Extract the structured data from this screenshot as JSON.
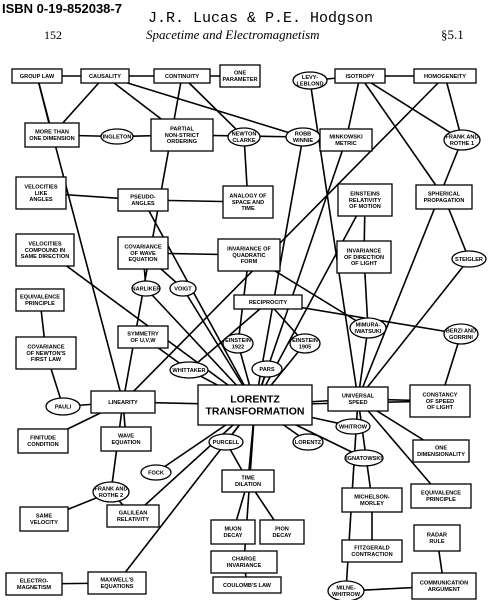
{
  "header": {
    "isbn": "ISBN 0-19-852038-7",
    "authors": "J.R. Lucas & P.E. Hodgson",
    "page": "152",
    "book": "Spacetime and Electromagnetism",
    "section": "§5.1"
  },
  "nodes": [
    {
      "id": "grouplaw",
      "shape": "rect",
      "lines": [
        "GROUP LAW"
      ]
    },
    {
      "id": "causality",
      "shape": "rect",
      "lines": [
        "CAUSALITY"
      ]
    },
    {
      "id": "continuity",
      "shape": "rect",
      "lines": [
        "CONTINUITY"
      ]
    },
    {
      "id": "oneparam",
      "shape": "rect",
      "lines": [
        "ONE",
        "PARAMETER"
      ]
    },
    {
      "id": "levyleblond",
      "shape": "ellipse",
      "lines": [
        "LEVY-",
        "LEBLOND"
      ]
    },
    {
      "id": "isotropy",
      "shape": "rect",
      "lines": [
        "ISOTROPY"
      ]
    },
    {
      "id": "homogeneity",
      "shape": "rect",
      "lines": [
        "HOMOGENEITY"
      ]
    },
    {
      "id": "morethanone",
      "shape": "rect",
      "lines": [
        "MORE THAN",
        "ONE DIMENSION"
      ]
    },
    {
      "id": "ingleton",
      "shape": "ellipse",
      "lines": [
        "INGLETON"
      ]
    },
    {
      "id": "partial",
      "shape": "rect",
      "lines": [
        "PARTIAL",
        "NON-STRICT",
        "ORDERING"
      ]
    },
    {
      "id": "newtonclarke",
      "shape": "ellipse",
      "lines": [
        "NEWTON",
        "CLARKE"
      ]
    },
    {
      "id": "robbwinnie",
      "shape": "ellipse",
      "lines": [
        "ROBB",
        "WINNIE"
      ]
    },
    {
      "id": "minkowski",
      "shape": "rect",
      "lines": [
        "MINKOWSKI",
        "METRIC"
      ]
    },
    {
      "id": "frankrothe1",
      "shape": "ellipse",
      "lines": [
        "FRANK AND",
        "ROTHE 1"
      ]
    },
    {
      "id": "velangles",
      "shape": "rect",
      "lines": [
        "VELOCITIES",
        "LIKE",
        "ANGLES"
      ]
    },
    {
      "id": "pseudoangles",
      "shape": "rect",
      "lines": [
        "PSEUDO-",
        "ANGLES"
      ]
    },
    {
      "id": "analogy",
      "shape": "rect",
      "lines": [
        "ANALOGY OF",
        "SPACE AND",
        "TIME"
      ]
    },
    {
      "id": "einsteinrel",
      "shape": "rect",
      "lines": [
        "EINSTEINS",
        "RELATIVITY",
        "OF MOTION"
      ]
    },
    {
      "id": "spherical",
      "shape": "rect",
      "lines": [
        "SPHERICAL",
        "PROPAGATION"
      ]
    },
    {
      "id": "velcompound",
      "shape": "rect",
      "lines": [
        "VELOCITIES",
        "COMPOUND IN",
        "SAME DIRECTION"
      ]
    },
    {
      "id": "covwave",
      "shape": "rect",
      "lines": [
        "COVARIANCE",
        "OF WAVE",
        "EQUATION"
      ]
    },
    {
      "id": "invquad",
      "shape": "rect",
      "lines": [
        "INVARIANCE OF",
        "QUADRATIC",
        "FORM"
      ]
    },
    {
      "id": "invdirlight",
      "shape": "rect",
      "lines": [
        "INVARIANCE",
        "OF DIRECTION",
        "OF LIGHT"
      ]
    },
    {
      "id": "steigler",
      "shape": "ellipse",
      "lines": [
        "STEIGLER"
      ]
    },
    {
      "id": "narliker",
      "shape": "ellipse",
      "lines": [
        "NARLIKER"
      ]
    },
    {
      "id": "voigt",
      "shape": "ellipse",
      "lines": [
        "VOIGT"
      ]
    },
    {
      "id": "equivprinciple",
      "shape": "rect",
      "lines": [
        "EQUIVALENCE",
        "PRINCIPLE"
      ]
    },
    {
      "id": "reciprocity",
      "shape": "rect",
      "lines": [
        "RECIPROCITY"
      ]
    },
    {
      "id": "mimura",
      "shape": "ellipse",
      "lines": [
        "MIMURA-",
        "IWATSUKI"
      ]
    },
    {
      "id": "berzi",
      "shape": "ellipse",
      "lines": [
        "BERZI AND",
        "GORRINI"
      ]
    },
    {
      "id": "covnewton",
      "shape": "rect",
      "lines": [
        "COVARIANCE",
        "OF NEWTON'S",
        "FIRST LAW"
      ]
    },
    {
      "id": "symmetry",
      "shape": "rect",
      "lines": [
        "SYMMETRY",
        "OF U,V,W"
      ]
    },
    {
      "id": "einstein1922",
      "shape": "ellipse",
      "lines": [
        "EINSTEIN",
        "1922"
      ]
    },
    {
      "id": "einstein1905",
      "shape": "ellipse",
      "lines": [
        "EINSTEIN",
        "1905"
      ]
    },
    {
      "id": "whittaker",
      "shape": "ellipse",
      "lines": [
        "WHITTAKER"
      ]
    },
    {
      "id": "pars",
      "shape": "ellipse",
      "lines": [
        "PARS"
      ]
    },
    {
      "id": "pauli",
      "shape": "ellipse",
      "lines": [
        "PAULI"
      ]
    },
    {
      "id": "linearity",
      "shape": "rect",
      "lines": [
        "LINEARITY"
      ]
    },
    {
      "id": "lorentz_t",
      "shape": "rect",
      "big": true,
      "lines": [
        "LORENTZ",
        "TRANSFORMATION"
      ]
    },
    {
      "id": "universalspeed",
      "shape": "rect",
      "lines": [
        "UNIVERSAL",
        "SPEED"
      ]
    },
    {
      "id": "constspeed",
      "shape": "rect",
      "lines": [
        "CONSTANCY",
        "OF SPEED",
        "OF LIGHT"
      ]
    },
    {
      "id": "whitrow",
      "shape": "ellipse",
      "lines": [
        "WHITROW"
      ]
    },
    {
      "id": "finitude",
      "shape": "rect",
      "lines": [
        "FINITUDE",
        "CONDITION"
      ]
    },
    {
      "id": "waveeq",
      "shape": "rect",
      "lines": [
        "WAVE",
        "EQUATION"
      ]
    },
    {
      "id": "purcell",
      "shape": "ellipse",
      "lines": [
        "PURCELL"
      ]
    },
    {
      "id": "lorentz",
      "shape": "ellipse",
      "lines": [
        "LORENTZ"
      ]
    },
    {
      "id": "ignatowski",
      "shape": "ellipse",
      "lines": [
        "IGNATOWSKI"
      ]
    },
    {
      "id": "onedim",
      "shape": "rect",
      "lines": [
        "ONE",
        "DIMENSIONALITY"
      ]
    },
    {
      "id": "fock",
      "shape": "ellipse",
      "lines": [
        "FOCK"
      ]
    },
    {
      "id": "frankrothe2",
      "shape": "ellipse",
      "lines": [
        "FRANK AND",
        "ROTHE 2"
      ]
    },
    {
      "id": "timedilation",
      "shape": "rect",
      "lines": [
        "TIME",
        "DILATION"
      ]
    },
    {
      "id": "michelson",
      "shape": "rect",
      "lines": [
        "MICHELSON-",
        "MORLEY"
      ]
    },
    {
      "id": "equivprinciple2",
      "shape": "rect",
      "lines": [
        "EQUIVALENCE",
        "PRINCIPLE"
      ]
    },
    {
      "id": "samevel",
      "shape": "rect",
      "lines": [
        "SAME",
        "VELOCITY"
      ]
    },
    {
      "id": "galilean",
      "shape": "rect",
      "lines": [
        "GALILEAN",
        "RELATIVITY"
      ]
    },
    {
      "id": "muondecay",
      "shape": "rect",
      "lines": [
        "MUON",
        "DECAY"
      ]
    },
    {
      "id": "piondecay",
      "shape": "rect",
      "lines": [
        "PION",
        "DECAY"
      ]
    },
    {
      "id": "fitzgerald",
      "shape": "rect",
      "lines": [
        "FITZGERALD",
        "CONTRACTION"
      ]
    },
    {
      "id": "radarrule",
      "shape": "rect",
      "lines": [
        "RADAR",
        "RULE"
      ]
    },
    {
      "id": "chargeinv",
      "shape": "rect",
      "lines": [
        "CHARGE",
        "INVARIANCE"
      ]
    },
    {
      "id": "electromag",
      "shape": "rect",
      "lines": [
        "ELECTRO-",
        "MAGNETISM"
      ]
    },
    {
      "id": "maxwell",
      "shape": "rect",
      "lines": [
        "MAXWELL'S",
        "EQUATIONS"
      ]
    },
    {
      "id": "coulomb",
      "shape": "rect",
      "lines": [
        "COULOMB'S LAW"
      ]
    },
    {
      "id": "milnewhitrow",
      "shape": "ellipse",
      "lines": [
        "MILNE-",
        "WHITROW"
      ]
    },
    {
      "id": "commarg",
      "shape": "rect",
      "lines": [
        "COMMUNICATION",
        "ARGUMENT"
      ]
    }
  ]
}
